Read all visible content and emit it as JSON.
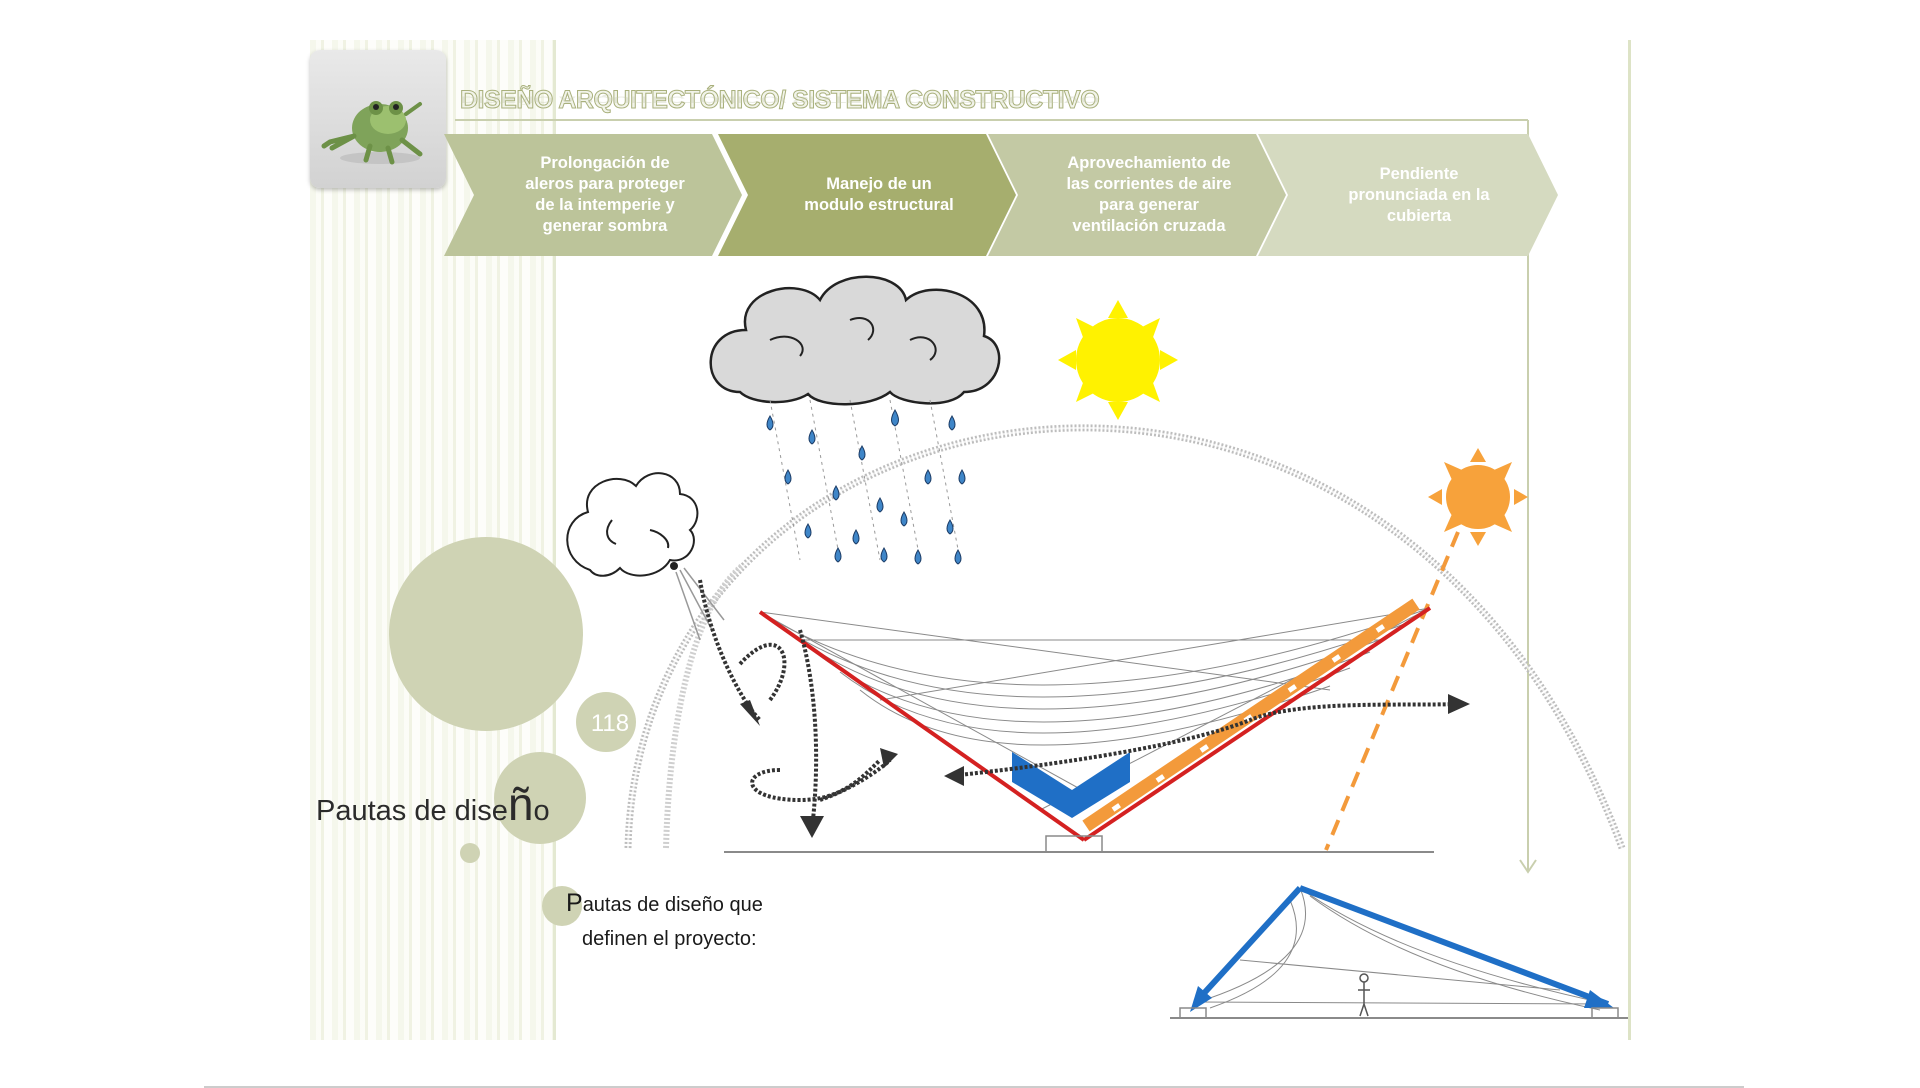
{
  "header": {
    "title": "DISEÑO ARQUITECTÓNICO/ SISTEMA CONSTRUCTIVO"
  },
  "steps": [
    {
      "lines": [
        "Prolongación de",
        "aleros para proteger",
        "de la intemperie y",
        "generar sombra"
      ],
      "color": "#bcc49a"
    },
    {
      "lines": [
        "Manejo de un",
        "modulo estructural"
      ],
      "color": "#a6ae6e"
    },
    {
      "lines": [
        "Aprovechamiento de",
        "las corrientes de aire",
        "para generar",
        "ventilación cruzada"
      ],
      "color": "#c3c9a4"
    },
    {
      "lines": [
        "Pendiente",
        "pronunciada en la",
        "cubierta"
      ],
      "color": "#d5dac0"
    }
  ],
  "sidebar": {
    "page_number": "118",
    "heading_prefix": "Pautas de dise",
    "heading_big": "ñ",
    "heading_suffix": "o"
  },
  "body": {
    "line1_cap": "P",
    "line1_rest": "autas de diseño que",
    "line2": "definen el proyecto:"
  },
  "colors": {
    "accent_olive": "#a6ae6e",
    "circle_fill": "#cfd3b4",
    "roof_red": "#d42121",
    "panel_orange": "#f39a3b",
    "structure_blue": "#1f6fc6",
    "sun_yellow": "#fff200",
    "sun_orange": "#f7a23b"
  }
}
